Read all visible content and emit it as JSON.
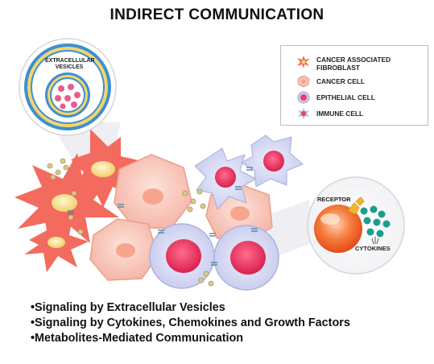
{
  "title": "INDIRECT COMMUNICATION",
  "legend": [
    {
      "icon": "cancer-associated-fibroblast-icon",
      "label": "CANCER ASSOCIATED FIBROBLAST",
      "color": "#f26b5e"
    },
    {
      "icon": "cancer-cell-icon",
      "label": "CANCER CELL",
      "color": "#f6c1b4"
    },
    {
      "icon": "epithelial-cell-icon",
      "label": "EPITHELIAL CELL",
      "color": "#e8426a"
    },
    {
      "icon": "immune-cell-icon",
      "label": "IMMUNE CELL",
      "color": "#b9bde3"
    }
  ],
  "labels": {
    "extracellular_vesicles": "EXTRACELLULAR VESICLES",
    "receptor": "RECEPTOR",
    "cytokines": "CYTOKINES"
  },
  "bullets": [
    "•Signaling by Extracellular Vesicles",
    "•Signaling by Cytokines, Chemokines and Growth Factors",
    "•Metabolites-Mediated Communication"
  ],
  "colors": {
    "fibroblast": "#f26b5e",
    "cancer_cell": "#f6c1b4",
    "epithelial_nucleus": "#e8426a",
    "immune_cell": "#c9cdef",
    "vesicle_membrane": "#3f8fd1",
    "vesicle_lipid": "#f2d66d",
    "cytokine": "#1a9e8f",
    "receptor": "#f2b630"
  }
}
